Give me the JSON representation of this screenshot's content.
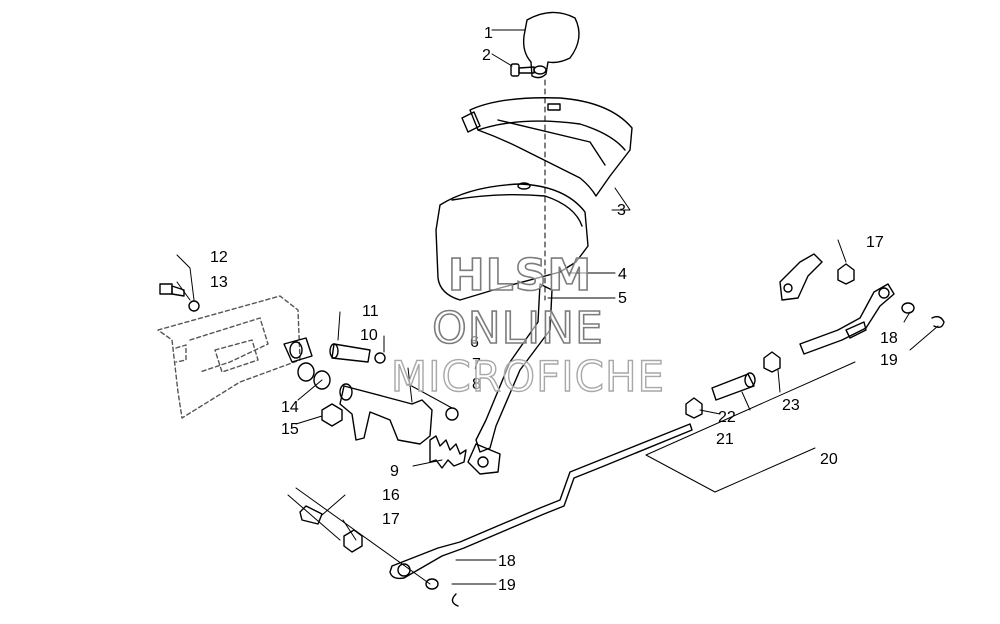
{
  "watermark": {
    "line1": "HLSM",
    "line2": "ONLINE",
    "line3": "MICROFICHE"
  },
  "callouts": [
    {
      "id": "c1",
      "label": "1"
    },
    {
      "id": "c2",
      "label": "2"
    },
    {
      "id": "c3",
      "label": "3"
    },
    {
      "id": "c4",
      "label": "4"
    },
    {
      "id": "c5",
      "label": "5"
    },
    {
      "id": "c6",
      "label": "6"
    },
    {
      "id": "c7",
      "label": "7"
    },
    {
      "id": "c8",
      "label": "8"
    },
    {
      "id": "c9",
      "label": "9"
    },
    {
      "id": "c10",
      "label": "10"
    },
    {
      "id": "c11",
      "label": "11"
    },
    {
      "id": "c12",
      "label": "12"
    },
    {
      "id": "c13",
      "label": "13"
    },
    {
      "id": "c14",
      "label": "14"
    },
    {
      "id": "c15",
      "label": "15"
    },
    {
      "id": "c16",
      "label": "16"
    },
    {
      "id": "c17a",
      "label": "17"
    },
    {
      "id": "c17b",
      "label": "17"
    },
    {
      "id": "c18a",
      "label": "18"
    },
    {
      "id": "c18b",
      "label": "18"
    },
    {
      "id": "c19a",
      "label": "19"
    },
    {
      "id": "c19b",
      "label": "19"
    },
    {
      "id": "c20",
      "label": "20"
    },
    {
      "id": "c21",
      "label": "21"
    },
    {
      "id": "c22",
      "label": "22"
    },
    {
      "id": "c23",
      "label": "23"
    }
  ]
}
